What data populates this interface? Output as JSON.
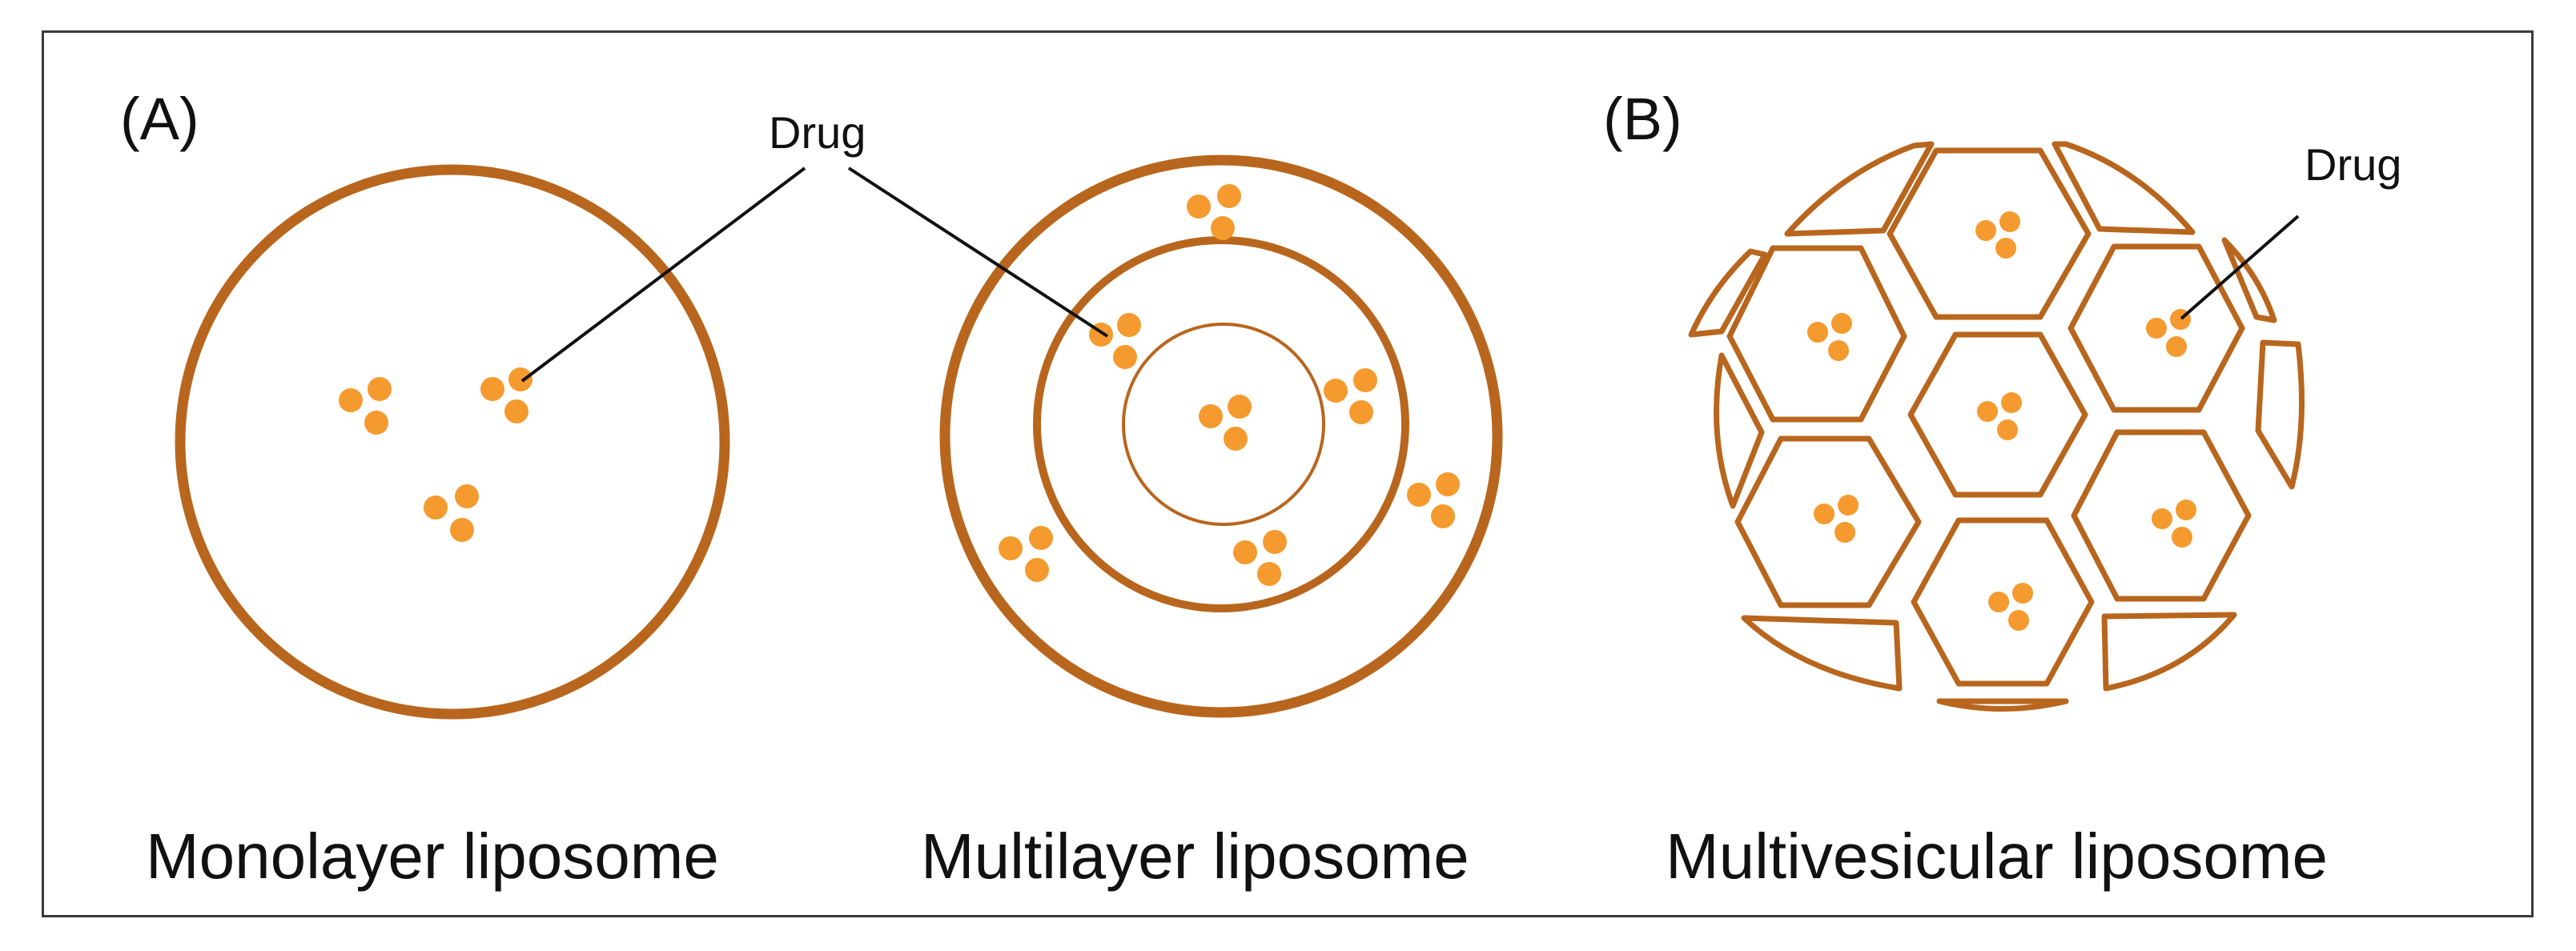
{
  "panels": {
    "a_label": "(A)",
    "b_label": "(B)"
  },
  "drug_labels": {
    "shared": "Drug",
    "multivesicular": "Drug"
  },
  "captions": {
    "monolayer": "Monolayer liposome",
    "multilayer": "Multilayer liposome",
    "multivesicular": "Multivesicular liposome"
  },
  "colors": {
    "membrane": "#b8661e",
    "drug": "#f59a2e",
    "leader": "#111111"
  }
}
